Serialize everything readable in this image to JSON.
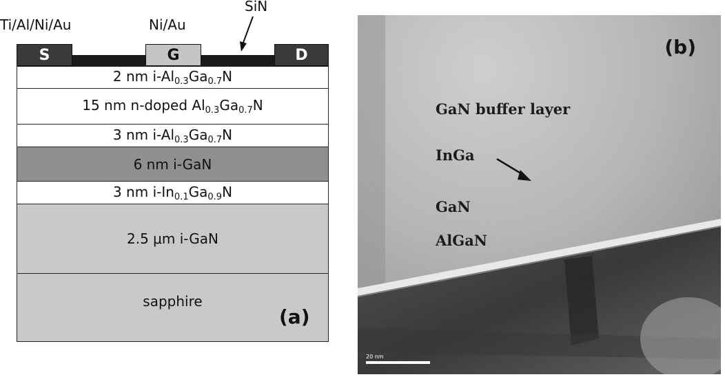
{
  "panel_a": {
    "labels": {
      "source_metal": "Ti/Al/Ni/Au",
      "gate_metal": "Ni/Au",
      "passivation": "SiN"
    },
    "contacts": {
      "source": "S",
      "gate": "G",
      "drain": "D"
    },
    "layers": [
      {
        "pre": "2 nm i-Al",
        "s1": "0.3",
        "mid": "Ga",
        "s2": "0.7",
        "post": "N"
      },
      {
        "pre": "15 nm n-doped Al",
        "s1": "0.3",
        "mid": "Ga",
        "s2": "0.7",
        "post": "N"
      },
      {
        "pre": "3 nm i-Al",
        "s1": "0.3",
        "mid": "Ga",
        "s2": "0.7",
        "post": "N"
      },
      {
        "pre": "6 nm i-GaN",
        "s1": "",
        "mid": "",
        "s2": "",
        "post": ""
      },
      {
        "pre": "3 nm i-In",
        "s1": "0.1",
        "mid": "Ga",
        "s2": "0.9",
        "post": "N"
      },
      {
        "pre": "2.5 μm i-GaN",
        "s1": "",
        "mid": "",
        "s2": "",
        "post": ""
      },
      {
        "pre": "sapphire",
        "s1": "",
        "mid": "",
        "s2": "",
        "post": ""
      }
    ],
    "panel_label": "(a)",
    "colors": {
      "metal_dark": "#3a3a3a",
      "gate_metal": "#c4c4c4",
      "sin": "#1a1a1a",
      "gan_well": "#8f8f8f",
      "gan_bulk": "#c9c9c9",
      "barrier": "#ffffff"
    }
  },
  "panel_b": {
    "panel_label": "(b)",
    "annotations": {
      "buffer": "GaN buffer layer",
      "inga": "InGa",
      "gan": "GaN",
      "algan": "AlGaN"
    },
    "scale_bar": "20 nm"
  }
}
